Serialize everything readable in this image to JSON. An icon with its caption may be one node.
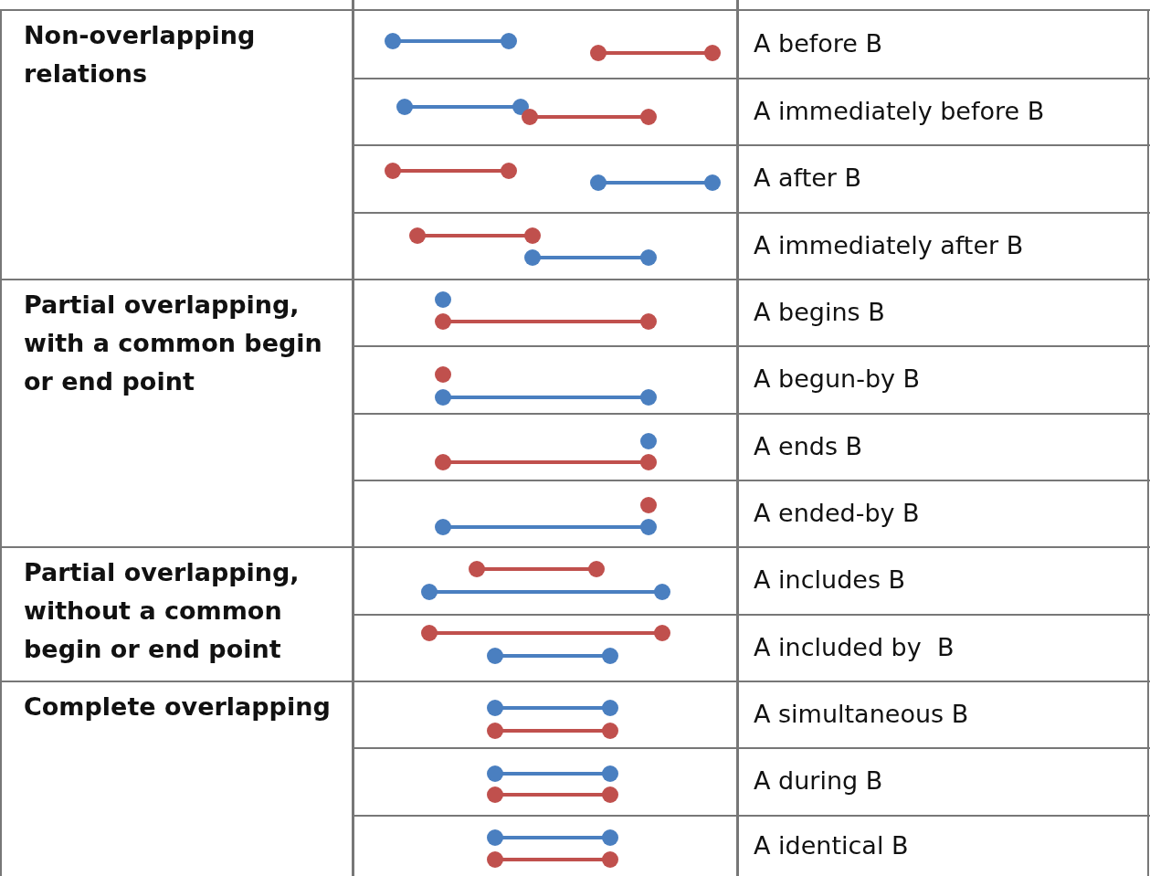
{
  "diagram": {
    "labels": [
      "Non-overlapping relations",
      "A before B",
      "A immediately before B",
      "A after B",
      "A immediately after B",
      "Partial overlapping, with a common begin or end point",
      "A begins B",
      "A begun-by B",
      "A ends B",
      "A ended-by B",
      "Partial overlapping, without a common begin or end point",
      "A includes B",
      "A included by  B",
      "Complete overlapping",
      "A simultaneous B",
      "A during B",
      "A identical B"
    ]
  }
}
